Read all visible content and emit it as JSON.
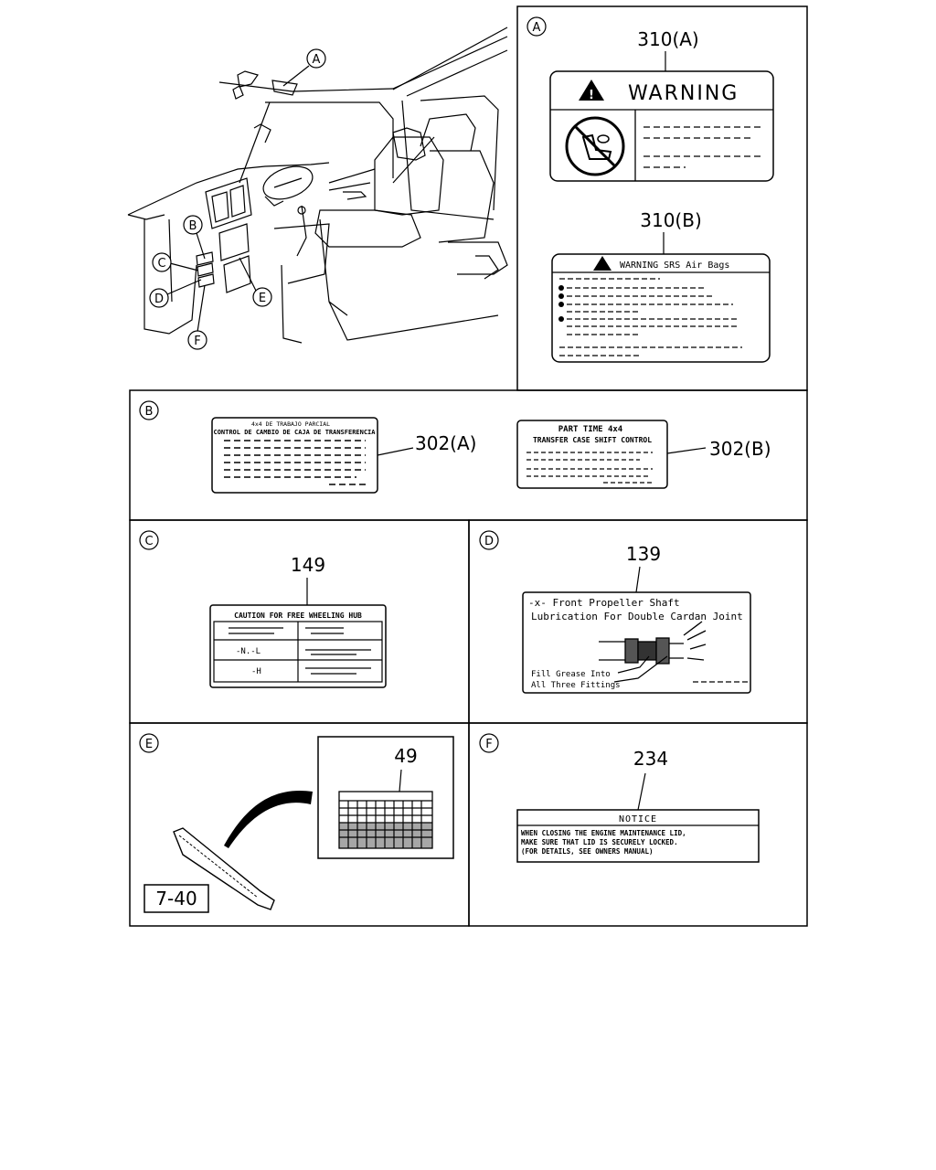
{
  "callouts": {
    "a": "A",
    "b": "B",
    "c": "C",
    "d": "D",
    "e": "E",
    "f": "F"
  },
  "panel_a": {
    "part_a": "310(A)",
    "warning_a": "WARNING",
    "part_b": "310(B)",
    "warning_b": "WARNING SRS Air Bags"
  },
  "panel_b": {
    "part_a": "302(A)",
    "label_a_line1": "4x4 DE TRABAJO PARCIAL",
    "label_a_line2": "CONTROL DE CAMBIO DE CAJA DE TRANSFERENCIA",
    "part_b": "302(B)",
    "label_b_line1": "PART TIME 4x4",
    "label_b_line2": "TRANSFER CASE SHIFT CONTROL"
  },
  "panel_c": {
    "part": "149",
    "title": "CAUTION FOR FREE WHEELING HUB",
    "row1": "-N.-L",
    "row2": "-H"
  },
  "panel_d": {
    "part": "139",
    "line1": "-x- Front Propeller Shaft",
    "line2": "Lubrication For Double Cardan Joint",
    "line3": "Fill Grease Into",
    "line4": "All Three Fittings"
  },
  "panel_e": {
    "part": "49",
    "ref": "7-40"
  },
  "panel_f": {
    "part": "234",
    "title": "NOTICE",
    "line1": "WHEN CLOSING THE ENGINE MAINTENANCE LID,",
    "line2": "MAKE SURE THAT LID IS SECURELY LOCKED.",
    "line3": "(FOR DETAILS, SEE OWNERS MANUAL)"
  }
}
